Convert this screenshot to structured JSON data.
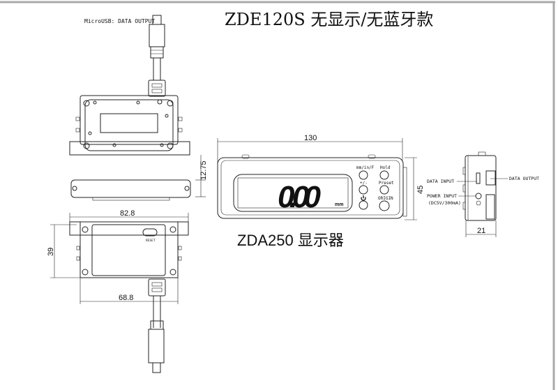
{
  "title": "ZDE120S 无显示/无蓝牙款",
  "sensor": {
    "usb_label": "MicroUSB: DATA OUTPUT",
    "reset_label": "RESET",
    "dim_height": "12.75",
    "dim_width_outer": "82.8",
    "dim_width_inner": "68.8",
    "dim_depth": "39"
  },
  "display": {
    "caption": "ZDA250 显示器",
    "dim_width": "130",
    "dim_height": "45",
    "reading": "0.00",
    "unit": "mm",
    "buttons": {
      "unit_toggle": "mm/in/F",
      "hold": "Hold",
      "sign": "+/-",
      "preset": "Preset",
      "origin": "ORIGIN"
    },
    "side": {
      "data_input": "DATA INPUT",
      "data_output": "DATA OUTPUT",
      "power_input": "POWER INPUT",
      "power_spec": "(DC5V/300mA)",
      "dim_thickness": "21"
    }
  }
}
